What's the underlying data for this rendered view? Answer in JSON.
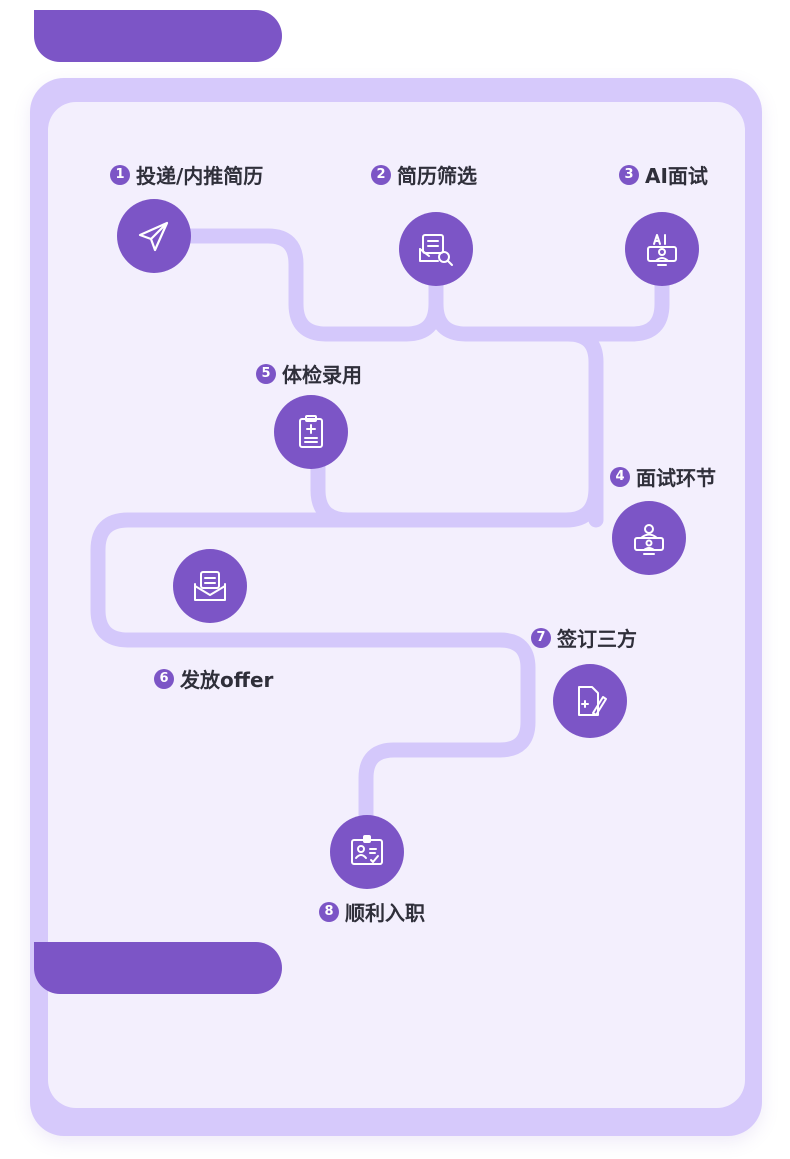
{
  "theme": {
    "accent": "#7c55c6",
    "path_color": "#d4c8fb",
    "card_outer": "#d6c9fb",
    "card_inner": "#f3effd",
    "text_color": "#2f2f3a"
  },
  "steps": [
    {
      "num": "1",
      "label": "投递/内推简历",
      "icon": "paper-plane-icon"
    },
    {
      "num": "2",
      "label": "简历筛选",
      "icon": "resume-search-icon"
    },
    {
      "num": "3",
      "label": "AI面试",
      "icon": "ai-interview-icon"
    },
    {
      "num": "4",
      "label": "面试环节",
      "icon": "video-interview-icon"
    },
    {
      "num": "5",
      "label": "体检录用",
      "icon": "medical-clipboard-icon"
    },
    {
      "num": "6",
      "label": "发放offer",
      "icon": "offer-envelope-icon"
    },
    {
      "num": "7",
      "label": "签订三方",
      "icon": "contract-sign-icon"
    },
    {
      "num": "8",
      "label": "顺利入职",
      "icon": "employee-badge-icon"
    }
  ]
}
